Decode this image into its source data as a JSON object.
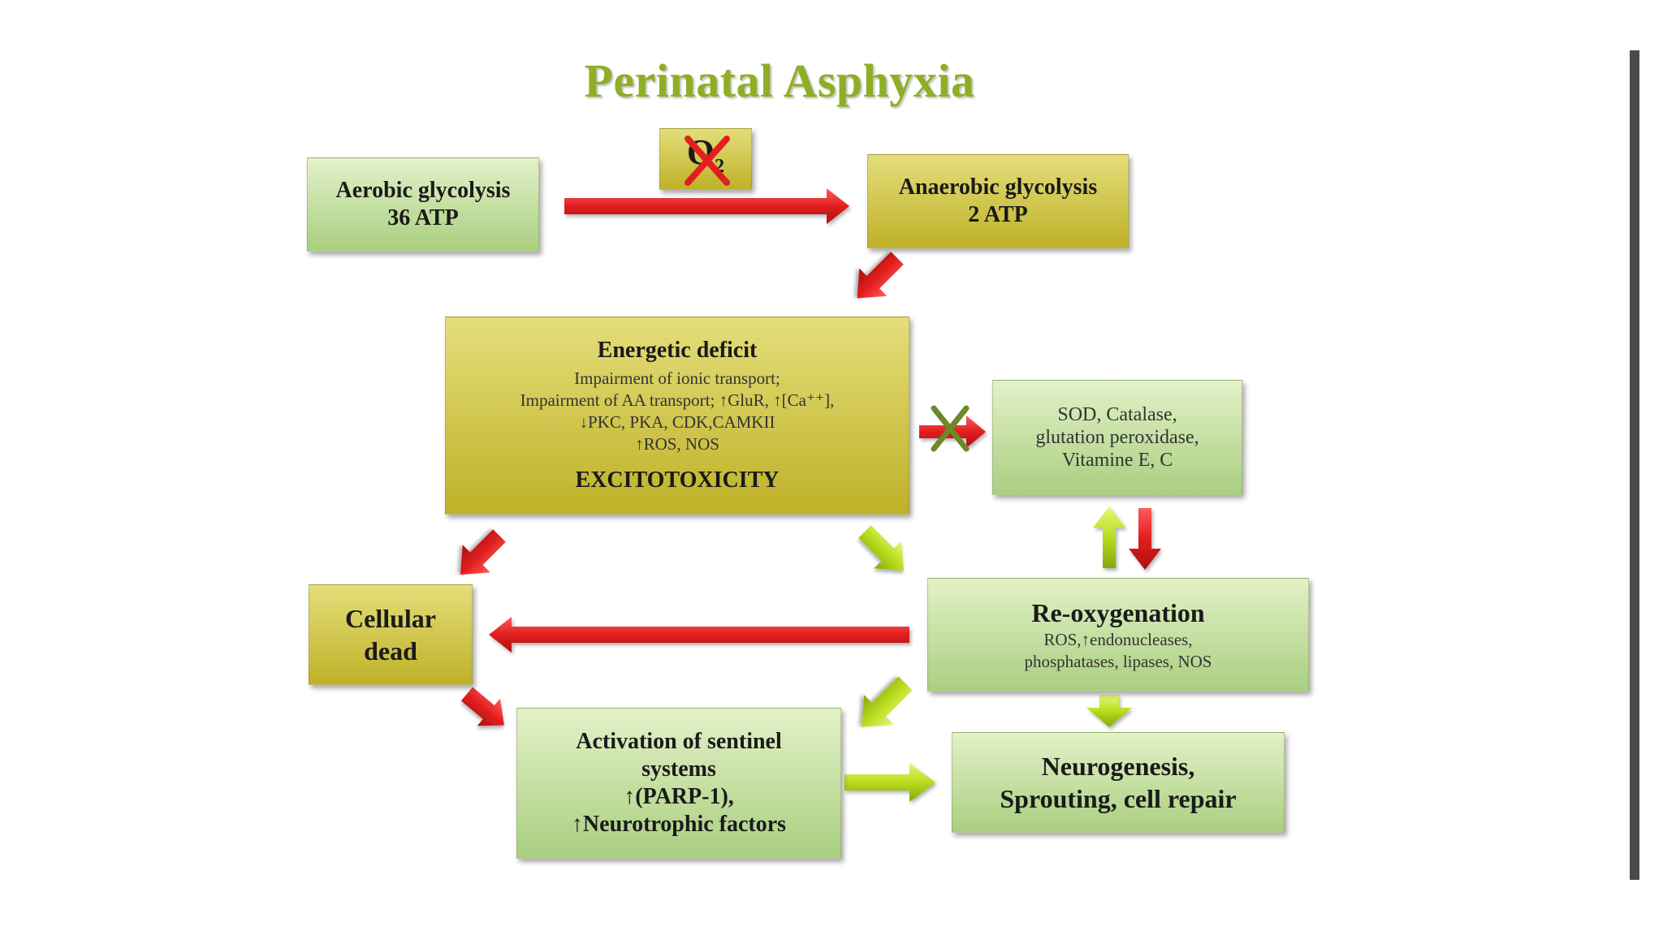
{
  "title": "Perinatal Asphyxia",
  "o2": {
    "label": "O",
    "subscript": "2"
  },
  "aerobic": {
    "line1": "Aerobic glycolysis",
    "line2": "36 ATP"
  },
  "anaerobic": {
    "line1": "Anaerobic glycolysis",
    "line2": "2 ATP"
  },
  "energetic": {
    "heading": "Energetic deficit",
    "line1": "Impairment of ionic transport;",
    "line2_a": "Impairment of AA transport;",
    "line2_b": "GluR,",
    "line2_c": "[Ca⁺⁺],",
    "line3": "PKC, PKA, CDK,CAMKII",
    "line4": "ROS, NOS",
    "footer": "EXCITOTOXICITY"
  },
  "antioxidants": {
    "line1": "SOD, Catalase,",
    "line2": "glutation peroxidase,",
    "line3": "Vitamine E, C"
  },
  "cellular": {
    "line1": "Cellular",
    "line2": "dead"
  },
  "reoxygenation": {
    "heading": "Re-oxygenation",
    "line1": "ROS,↑endonucleases,",
    "line2": "phosphatases, lipases, NOS"
  },
  "sentinel": {
    "line1": "Activation of sentinel",
    "line2": "systems",
    "line3": "(PARP-1),",
    "line4": "Neurotrophic factors"
  },
  "neurogenesis": {
    "line1": "Neurogenesis,",
    "line2": "Sprouting, cell repair"
  },
  "colors": {
    "red_arrow": "#e11f1f",
    "green_arrow": "#b8dc1e",
    "title": "#8fae25"
  }
}
